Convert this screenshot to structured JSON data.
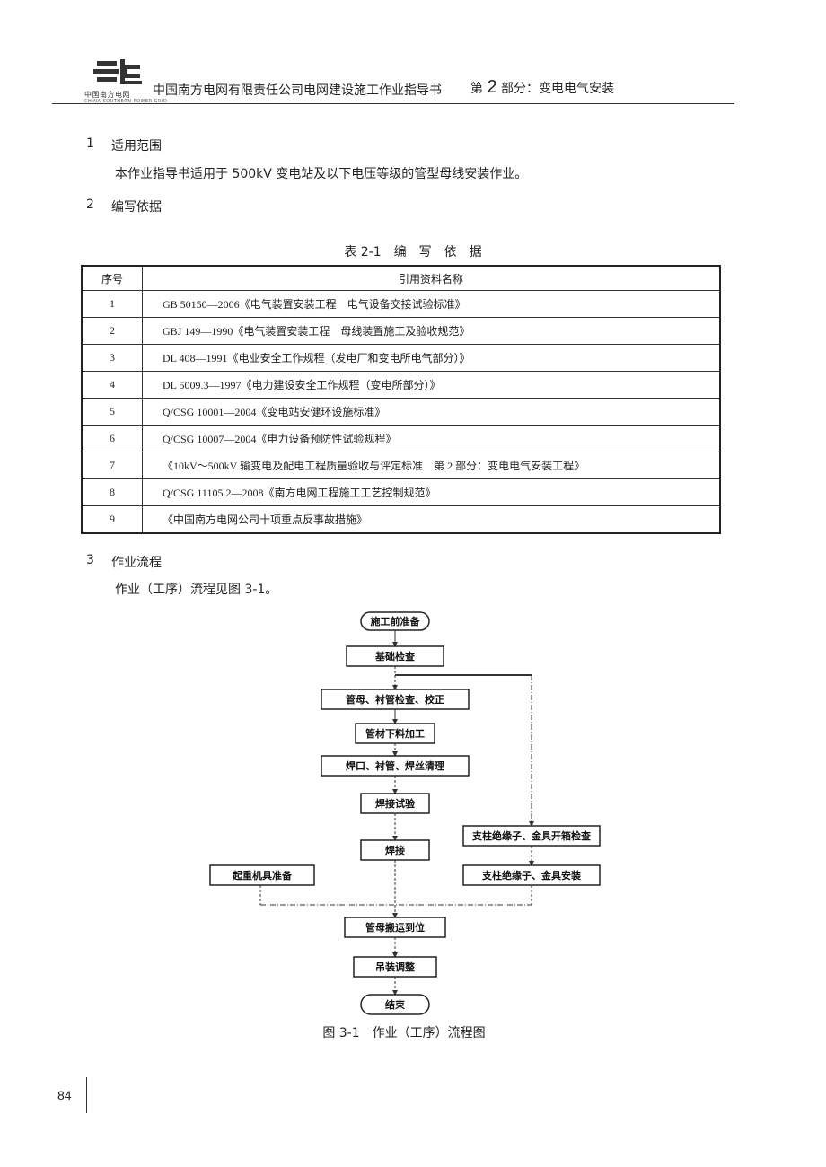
{
  "header": {
    "logo_text": "中国南方电网",
    "logo_sub": "CHINA SOUTHERN POWER GRID",
    "title": "中国南方电网有限责任公司电网建设施工作业指导书",
    "part_prefix": "第",
    "part_number": "2",
    "part_suffix": "部分：变电电气安装"
  },
  "sections": [
    {
      "num": "1",
      "title": "适用范围",
      "text": "本作业指导书适用于 500kV 变电站及以下电压等级的管型母线安装作业。"
    },
    {
      "num": "2",
      "title": "编写依据"
    },
    {
      "num": "3",
      "title": "作业流程",
      "text": "作业（工序）流程见图 3-1。"
    }
  ],
  "table": {
    "caption": "表 2-1　编　写　依　据",
    "headers": [
      "序号",
      "引用资料名称"
    ],
    "rows": [
      [
        "1",
        "GB 50150—2006《电气装置安装工程　电气设备交接试验标准》"
      ],
      [
        "2",
        "GBJ 149—1990《电气装置安装工程　母线装置施工及验收规范》"
      ],
      [
        "3",
        "DL 408—1991《电业安全工作规程（发电厂和变电所电气部分）》"
      ],
      [
        "4",
        "DL 5009.3—1997《电力建设安全工作规程（变电所部分）》"
      ],
      [
        "5",
        "Q/CSG 10001—2004《变电站安健环设施标准》"
      ],
      [
        "6",
        "Q/CSG 10007—2004《电力设备预防性试验规程》"
      ],
      [
        "7",
        "《10kV～500kV 输变电及配电工程质量验收与评定标准　第 2 部分：变电电气安装工程》"
      ],
      [
        "8",
        "Q/CSG 11105.2—2008《南方电网工程施工工艺控制规范》"
      ],
      [
        "9",
        "《中国南方电网公司十项重点反事故措施》"
      ]
    ]
  },
  "flowchart": {
    "steps": {
      "start": "施工前准备",
      "foundation": "基础检查",
      "tube_check": "管母、衬管检查、校正",
      "cutting": "管材下料加工",
      "cleaning": "焊口、衬管、焊丝清理",
      "weld_test": "焊接试验",
      "welding": "焊接",
      "crane": "起重机具准备",
      "insulator_check": "支柱绝缘子、金具开箱检查",
      "insulator_install": "支柱绝缘子、金具安装",
      "transport": "管母搬运到位",
      "hoisting": "吊装调整",
      "end": "结束"
    },
    "caption": "图 3-1　作业（工序）流程图"
  },
  "footer": {
    "page_number": "84"
  }
}
